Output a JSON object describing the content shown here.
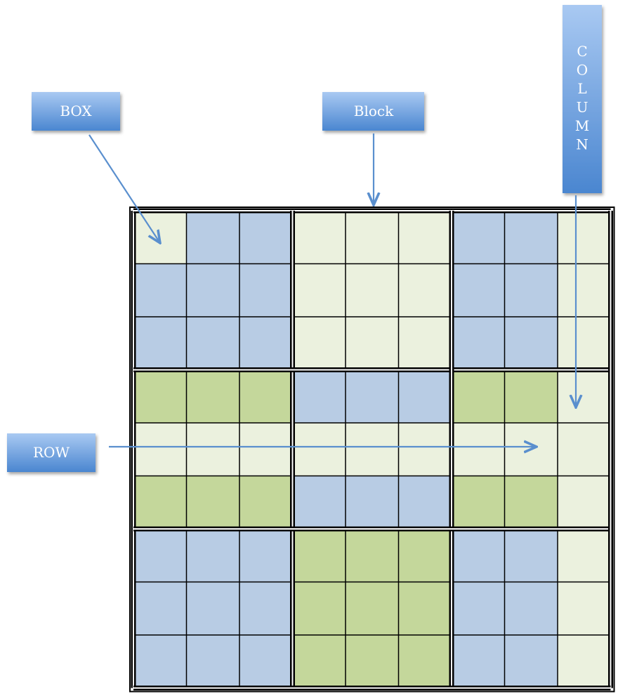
{
  "labels": {
    "box": "BOX",
    "block": "Block",
    "row": "ROW",
    "column_letters": [
      "C",
      "O",
      "L",
      "U",
      "M",
      "N"
    ]
  },
  "colors": {
    "blue": "#b8cce4",
    "pale": "#ebf1de",
    "green": "#c4d79b",
    "callout_top": "#a9c9f2",
    "callout_bottom": "#4a86d0",
    "arrow": "#5a8fce",
    "grid_line": "#000000"
  },
  "grid": {
    "cells": [
      [
        "pale",
        "blue",
        "blue",
        "pale",
        "pale",
        "pale",
        "blue",
        "blue",
        "pale"
      ],
      [
        "blue",
        "blue",
        "blue",
        "pale",
        "pale",
        "pale",
        "blue",
        "blue",
        "pale"
      ],
      [
        "blue",
        "blue",
        "blue",
        "pale",
        "pale",
        "pale",
        "blue",
        "blue",
        "pale"
      ],
      [
        "green",
        "green",
        "green",
        "blue",
        "blue",
        "blue",
        "green",
        "green",
        "pale"
      ],
      [
        "pale",
        "pale",
        "pale",
        "pale",
        "pale",
        "pale",
        "pale",
        "pale",
        "pale"
      ],
      [
        "green",
        "green",
        "green",
        "blue",
        "blue",
        "blue",
        "green",
        "green",
        "pale"
      ],
      [
        "blue",
        "blue",
        "blue",
        "green",
        "green",
        "green",
        "blue",
        "blue",
        "pale"
      ],
      [
        "blue",
        "blue",
        "blue",
        "green",
        "green",
        "green",
        "blue",
        "blue",
        "pale"
      ],
      [
        "blue",
        "blue",
        "blue",
        "green",
        "green",
        "green",
        "blue",
        "blue",
        "pale"
      ]
    ]
  }
}
